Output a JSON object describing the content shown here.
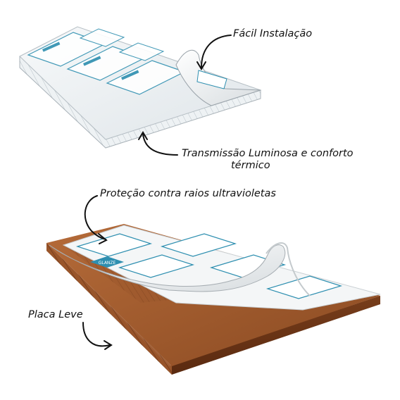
{
  "labels": {
    "facil_instalacao": "Fácil Instalação",
    "transmissao_line1": "Transmissão Luminosa e conforto",
    "transmissao_line2": "térmico",
    "protecao_uv": "Proteção contra raios ultravioletas",
    "placa_leve": "Placa Leve"
  },
  "film_brand_text": "GLANZE",
  "colors": {
    "clear_sheet": "#e6ebee",
    "clear_sheet_edge": "#9aa3aa",
    "bronze_sheet": "#9c5a2e",
    "bronze_dark": "#6b3517",
    "film": "#f4f6f7",
    "film_print": "#2e8fb0",
    "arrow": "#111111"
  },
  "icons": [
    "curved-arrow-icon"
  ]
}
